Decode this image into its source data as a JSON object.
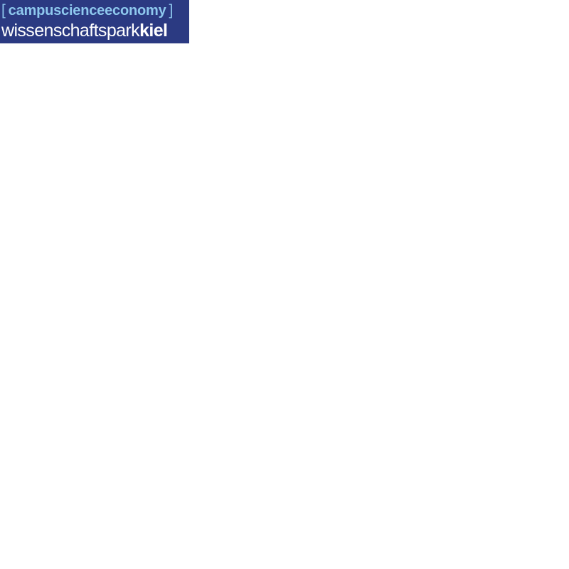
{
  "logo": {
    "bracket_open": "[",
    "tagline": "campuscienceeconomy",
    "bracket_close": "]",
    "name_light": "wissenschaftspark",
    "name_bold": "kiel"
  },
  "colors": {
    "logo_background": "#2b3a82",
    "tagline_text": "#8ec8ee",
    "name_text": "#ffffff",
    "page_background": "#ffffff"
  }
}
